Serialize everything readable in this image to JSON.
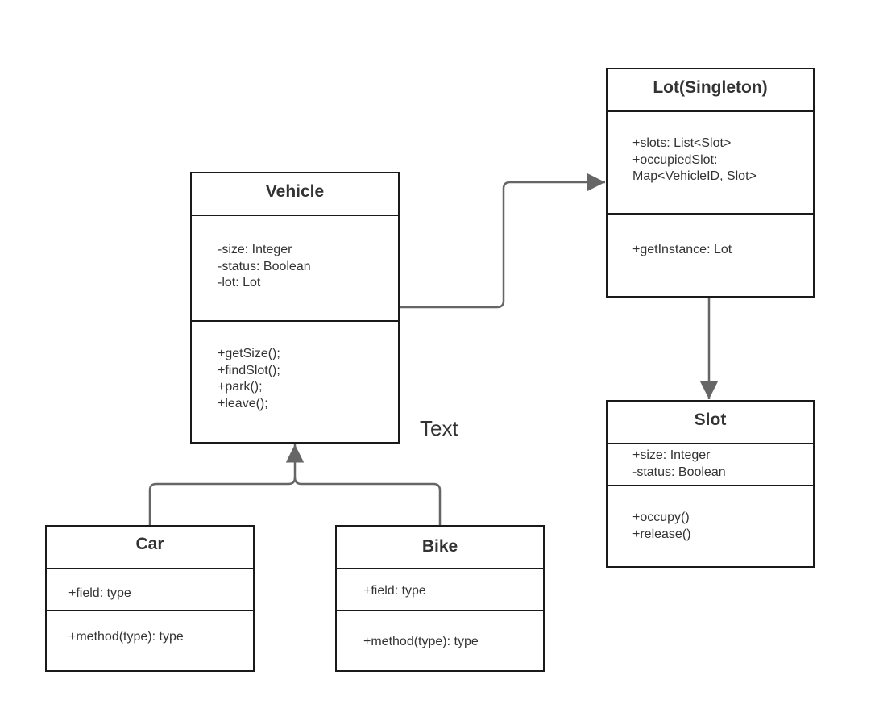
{
  "diagram": {
    "classes": [
      {
        "id": "vehicle",
        "name": "Vehicle",
        "attributes": [
          "-size: Integer",
          "-status: Boolean",
          "-lot: Lot"
        ],
        "methods": [
          "+getSize();",
          "+findSlot();",
          "+park();",
          "+leave();"
        ]
      },
      {
        "id": "lot",
        "name": "Lot(Singleton)",
        "attributes": [
          "+slots: List<Slot>",
          "+occupiedSlot:",
          "Map<VehicleID, Slot>"
        ],
        "methods": [
          "+getInstance: Lot"
        ]
      },
      {
        "id": "slot",
        "name": "Slot",
        "attributes": [
          "+size: Integer",
          "-status: Boolean"
        ],
        "methods": [
          "+occupy()",
          "+release()"
        ]
      },
      {
        "id": "car",
        "name": "Car",
        "attributes": [
          "+field: type"
        ],
        "methods": [
          "+method(type): type"
        ]
      },
      {
        "id": "bike",
        "name": "Bike",
        "attributes": [
          "+field: type"
        ],
        "methods": [
          "+method(type): type"
        ]
      }
    ],
    "relationships": [
      {
        "from": "vehicle",
        "to": "lot",
        "kind": "association"
      },
      {
        "from": "lot",
        "to": "slot",
        "kind": "association"
      },
      {
        "from": "car",
        "to": "vehicle",
        "kind": "generalization"
      },
      {
        "from": "bike",
        "to": "vehicle",
        "kind": "generalization"
      }
    ],
    "free_text": "Text"
  },
  "colors": {
    "border": "#1a1a1a",
    "text": "#333333",
    "connector": "#666666",
    "background": "#ffffff"
  }
}
